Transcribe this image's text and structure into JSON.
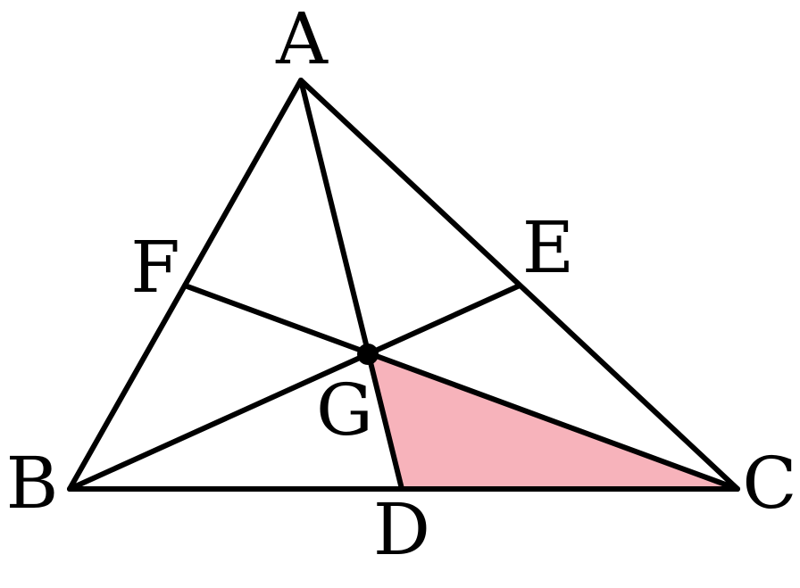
{
  "labels": {
    "A": "A",
    "B": "B",
    "C": "C",
    "D": "D",
    "E": "E",
    "F": "F",
    "G": "G"
  },
  "colors": {
    "stroke": "#000000",
    "highlight_fill": "#f7b3bb"
  },
  "highlighted_region": "triangle-GDC"
}
